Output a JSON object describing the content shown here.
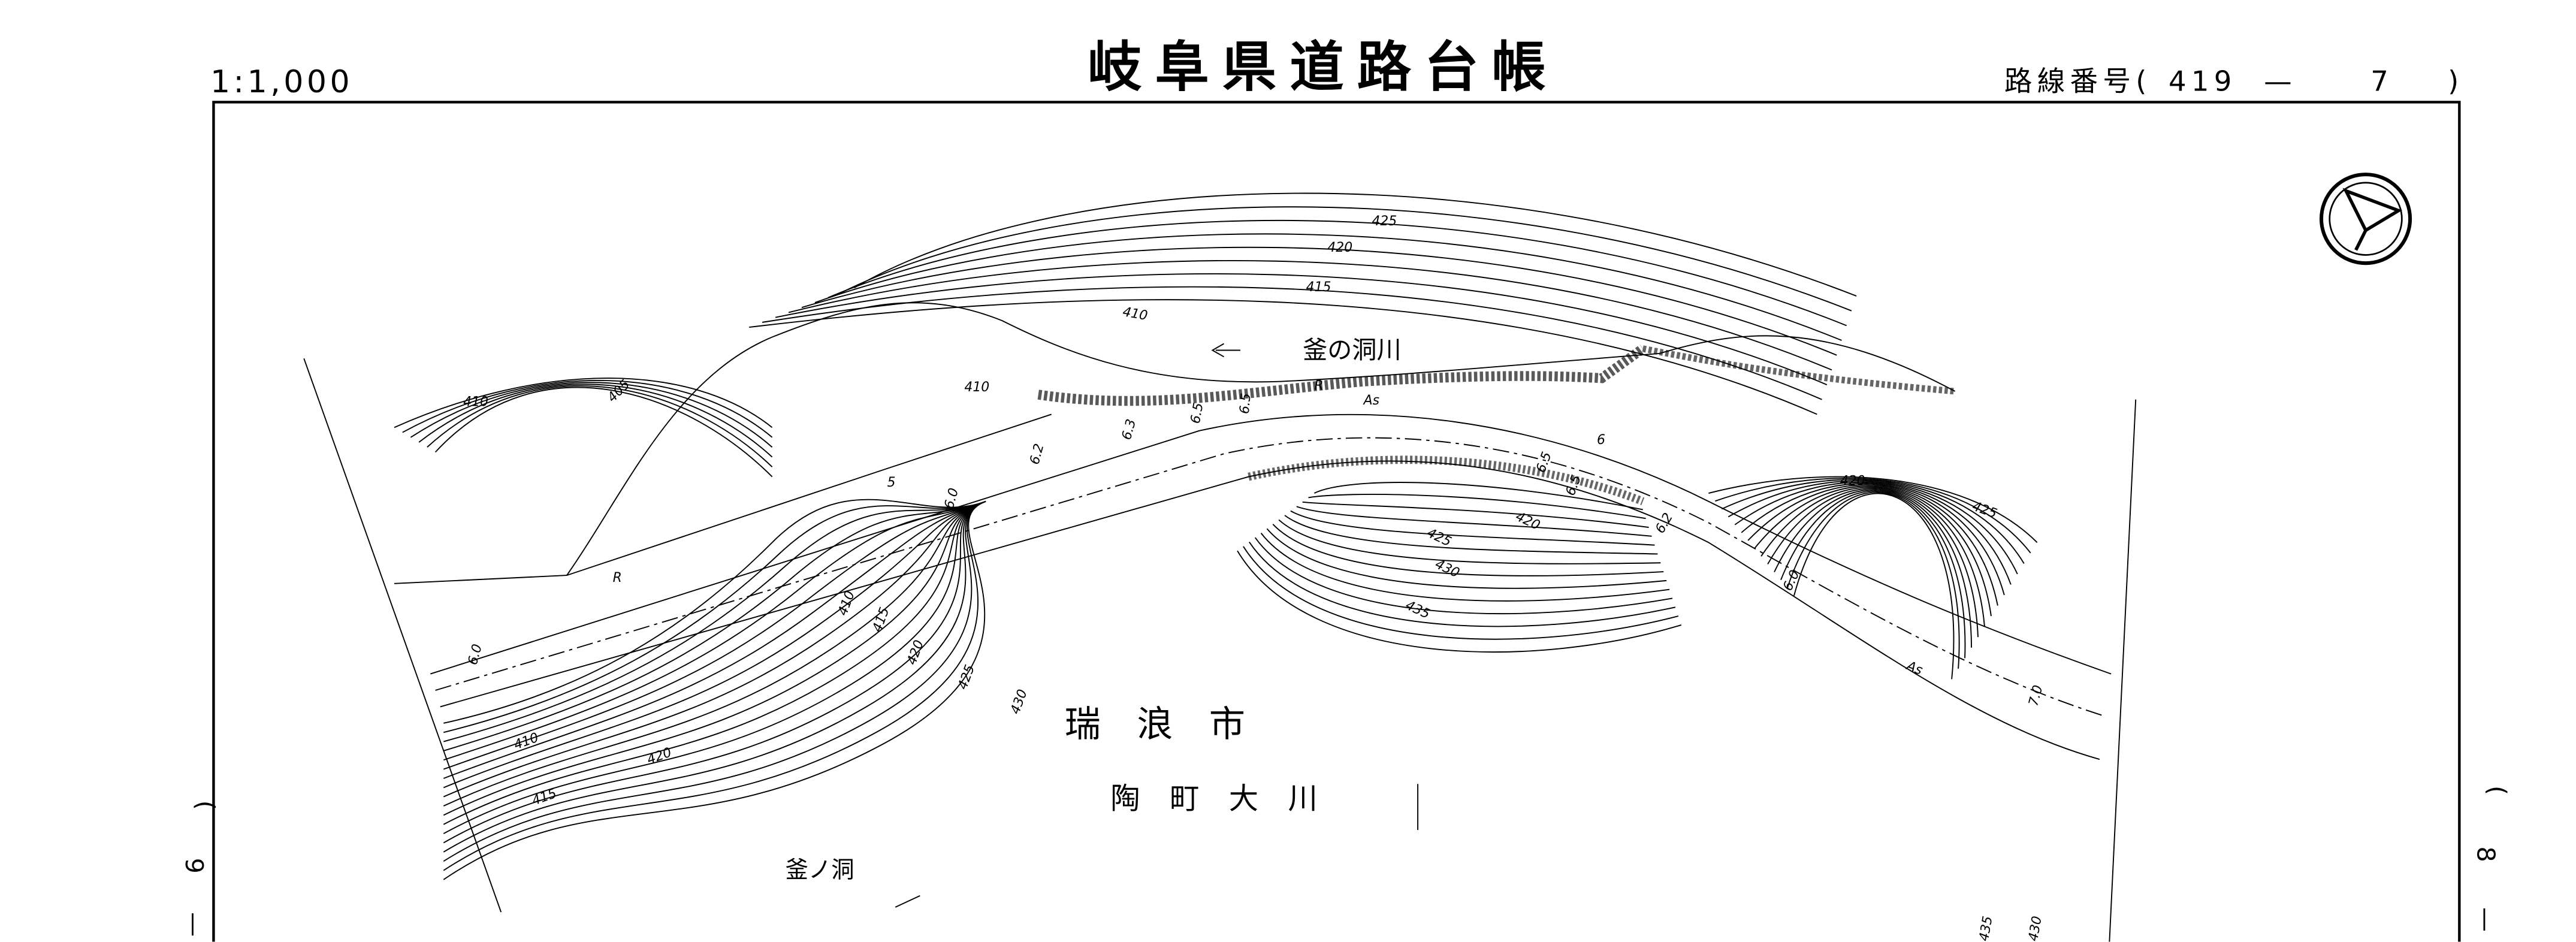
{
  "header": {
    "scale": "1:1,000",
    "title": "岐阜県道路台帳",
    "route_label": "路線番号",
    "route_open": "(",
    "route_number": "419",
    "route_dash": "—",
    "route_section": "7",
    "route_close": ")"
  },
  "side_marks": {
    "left": [
      "(",
      "9",
      "—"
    ],
    "right": [
      "(",
      "8",
      "—"
    ]
  },
  "compass_icon": "north-arrow-icon",
  "map": {
    "river_name": "釜の洞川",
    "city": "瑞　浪　市",
    "town": "陶　町　大　川",
    "locality": "釜ノ洞",
    "pavement_labels": [
      "As",
      "As"
    ],
    "road_marks": [
      "R",
      "R"
    ],
    "stations": [
      "5",
      "6"
    ],
    "widths": [
      "6.0",
      "6.0",
      "6.2",
      "6.3",
      "6.5",
      "6.5",
      "6.5",
      "6.5",
      "6.2",
      "6.0",
      "7.0"
    ],
    "contour_labels": [
      "425",
      "420",
      "415",
      "410",
      "410",
      "405",
      "410",
      "420",
      "425",
      "430",
      "435",
      "410",
      "415",
      "420",
      "425",
      "430",
      "410",
      "420",
      "415",
      "420",
      "425",
      "435",
      "430"
    ]
  }
}
